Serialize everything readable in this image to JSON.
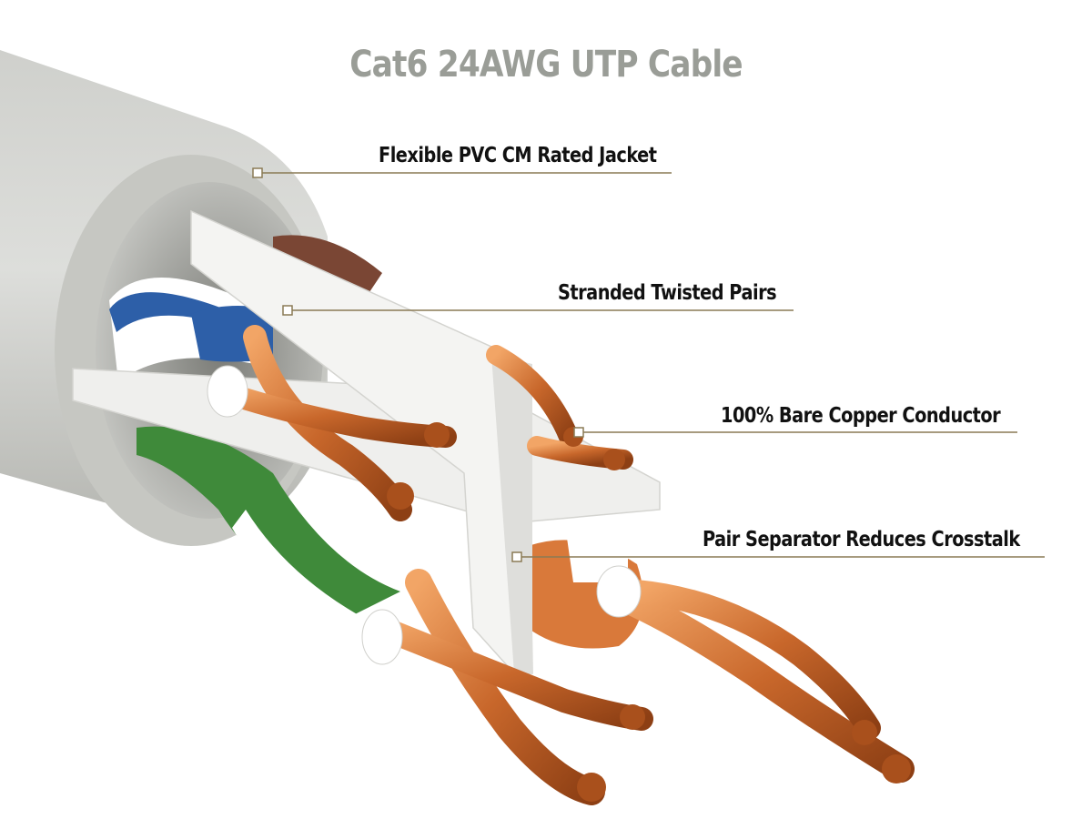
{
  "title": "Cat6 24AWG UTP Cable",
  "callouts": [
    {
      "id": "jacket",
      "label": "Flexible PVC CM Rated Jacket"
    },
    {
      "id": "pairs",
      "label": "Stranded Twisted Pairs"
    },
    {
      "id": "conductor",
      "label": "100% Bare Copper Conductor"
    },
    {
      "id": "separator",
      "label": "Pair Separator Reduces Crosstalk"
    }
  ],
  "colors": {
    "title": "#9a9d97",
    "label": "#111111",
    "leader": "#8a7a55",
    "jacket": "#d9dad6",
    "jacket_shade": "#b9bab5",
    "copper": "#c8672b",
    "copper_light": "#f0a86a",
    "blue": "#2d5fa8",
    "green": "#3f8a3a",
    "orange": "#d9793a",
    "brown": "#7a4634",
    "separator": "#efefed"
  }
}
